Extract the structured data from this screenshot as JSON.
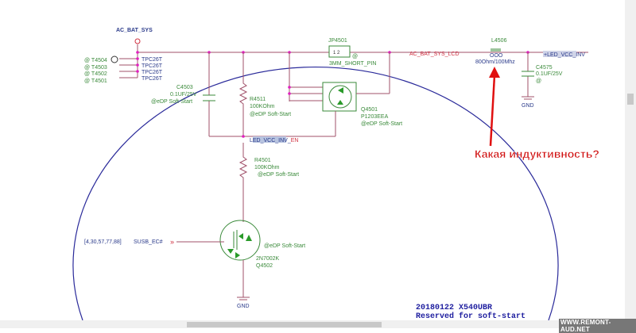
{
  "nets": {
    "ac_bat_sys": "AC_BAT_SYS",
    "ac_bat_sys_lcd": "AC_BAT_SYS_LCD",
    "led_vcc_inv": "+LED_VCC_INV",
    "led_vcc_inv_en_a": "LED_VCC_INV_",
    "led_vcc_inv_en_b": "EN",
    "susb": "SUSB_EC#",
    "susb_refs": "[4,30,57,77,88]",
    "gnd": "GND"
  },
  "testpoints": [
    {
      "ref": "@ T4504",
      "type": "TPC26T"
    },
    {
      "ref": "@ T4503",
      "type": "TPC26T"
    },
    {
      "ref": "@ T4502",
      "type": "TPC26T"
    },
    {
      "ref": "@ T4501",
      "type": "TPC26T"
    }
  ],
  "c4503": {
    "ref": "C4503",
    "value": "0.1UF/25V",
    "opt": "@eDP Soft-Start"
  },
  "r4511": {
    "ref": "R4511",
    "value": "100KOhm",
    "opt": "@eDP Soft-Start"
  },
  "jp4501": {
    "ref": "JP4501",
    "value": "3MM_SHORT_PIN",
    "opt": "@"
  },
  "q4501": {
    "ref": "Q4501",
    "value": "P1203EEA",
    "opt": "@eDP Soft-Start"
  },
  "l4506": {
    "ref": "L4506",
    "value": "80Ohm/100Mhz"
  },
  "c4575": {
    "ref": "C4575",
    "value": "0.1UF/25V",
    "opt": "@"
  },
  "r4501": {
    "ref": "R4501",
    "value": "100KOhm",
    "opt": "@eDP Soft-Start"
  },
  "q4502": {
    "ref": "Q4502",
    "value": "2N7002K",
    "opt": "@eDP Soft-Start"
  },
  "annotation": "Какая индуктивность?",
  "title_block": {
    "line1": "20180122 X540UBR",
    "line2": "Reserved for soft-start"
  },
  "watermark": "WWW.REMONT-AUD.NET"
}
